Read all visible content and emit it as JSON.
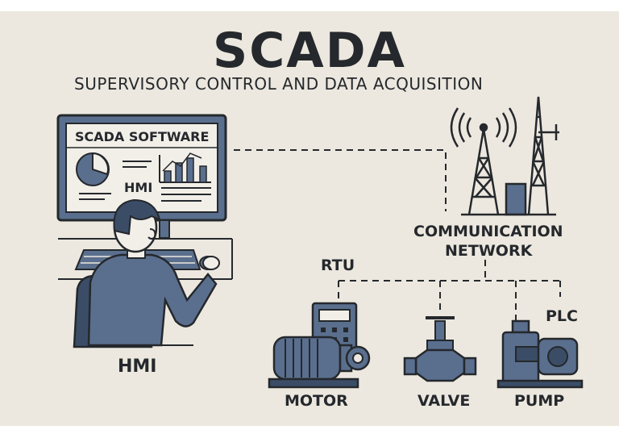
{
  "title": "SCADA",
  "subtitle": "SUPERVISORY CONTROL AND DATA ACQUISITION",
  "screen": {
    "title": "SCADA SOFTWARE",
    "label": "HMI"
  },
  "labels": {
    "hmi": "HMI",
    "network_line1": "COMMUNICATION",
    "network_line2": "NETWORK",
    "rtu": "RTU",
    "plc": "PLC",
    "motor": "MOTOR",
    "valve": "VALVE",
    "pump": "PUMP"
  },
  "colors": {
    "background": "#ece8df",
    "ink": "#25282c",
    "accent": "#5a6f8e",
    "screen": "#f2efe8"
  }
}
